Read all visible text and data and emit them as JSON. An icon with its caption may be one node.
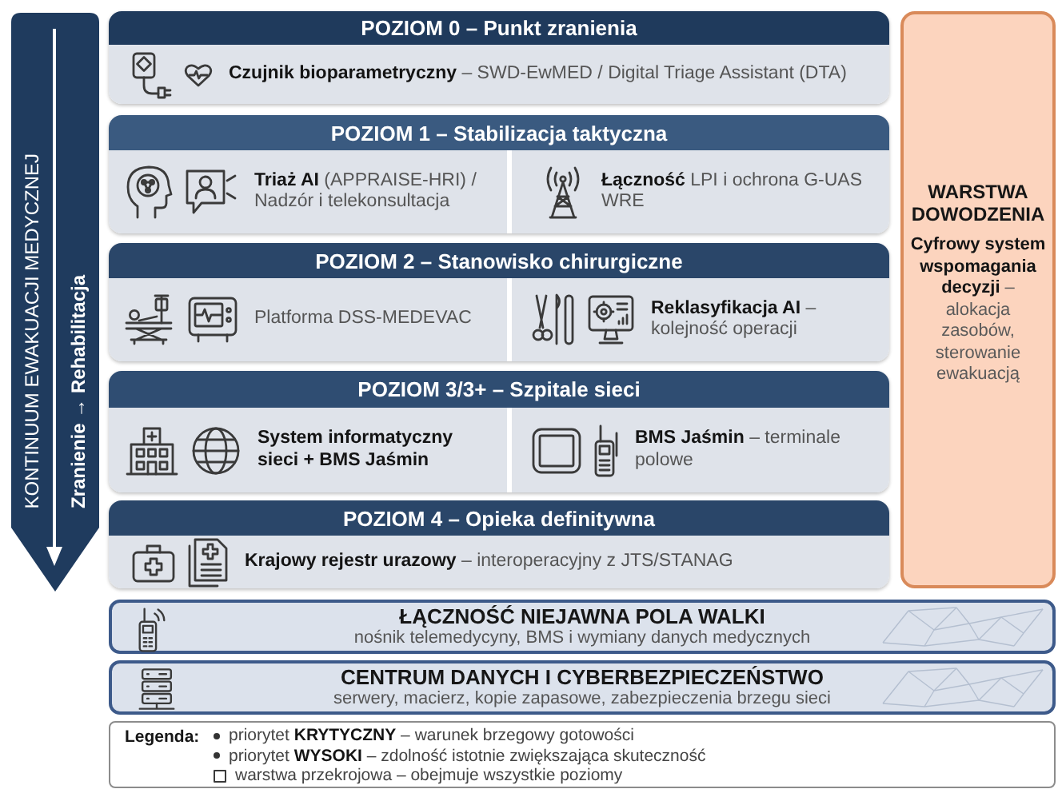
{
  "diagram": {
    "nodes": [
      {
        "text": [
          "KONTINUUM EWAKUACJI MEDYCZNEJ",
          "Zranienie → Rehabilitacja"
        ]
      },
      {
        "text": [
          "POZIOM 0 – Punkt zranienia"
        ]
      },
      {
        "text": [
          "**Czujnik bioparametryczny** – SWD-EwMED / Digital Triage Assistant (DTA)"
        ],
        "in": 1
      },
      {
        "text": [
          "POZIOM 1 – Stabilizacja taktyczna"
        ]
      },
      {
        "text": [
          "**Triaż AI** (APPRAISE-HRI) / Nadzór i telekonsultacja"
        ],
        "in": 3
      },
      {
        "text": [
          "**Łączność** LPI i ochrona G-UAS WRE"
        ],
        "in": 3
      },
      {
        "text": [
          "POZIOM 2 – Stanowisko chirurgiczne"
        ]
      },
      {
        "text": [
          "Platforma DSS-MEDEVAC"
        ],
        "in": 6
      },
      {
        "text": [
          "**Reklasyfikacja AI** – kolejność operacji"
        ],
        "in": 6
      },
      {
        "text": [
          "POZIOM 3/3+ – Szpitale sieci"
        ]
      },
      {
        "text": [
          "System informatyczny sieci + BMS Jaśmin"
        ],
        "in": 9
      },
      {
        "text": [
          "**BMS Jaśmin** – terminale polowe"
        ],
        "in": 9
      },
      {
        "text": [
          "POZIOM 4 – Opieka definitywna"
        ]
      },
      {
        "text": [
          "**Krajowy rejestr urazowy** – interoperacyjny z JTS/STANAG"
        ],
        "in": 12
      },
      {
        "text": [
          "WARSTWA DOWODZENIA",
          "**Cyfrowy system wspomagania decyzji** – alokacja zasobów, sterowanie ewakuacją"
        ]
      },
      {
        "text": [
          "ŁĄCZNOŚĆ NIEJAWNA POLA WALKI",
          "nośnik telemedycyny, BMS i wymiany danych medycznych"
        ]
      },
      {
        "text": [
          "CENTRUM DANYCH I CYBERBEZPIECZEŃSTWO",
          "serwery, macierz, kopie zapasowe, zabezpieczenia brzegu sieci"
        ]
      }
    ],
    "labels": [
      "Legenda:"
    ],
    "legend": [
      {
        "text": "priorytet **KRYTYCZNY** – warunek brzegowy gotowości"
      },
      {
        "text": "priorytet **WYSOKI** – zdolność istotnie zwiększająca skuteczność"
      },
      {
        "text": "warstwa przekrojowa – obejmuje wszystkie poziomy"
      }
    ]
  }
}
